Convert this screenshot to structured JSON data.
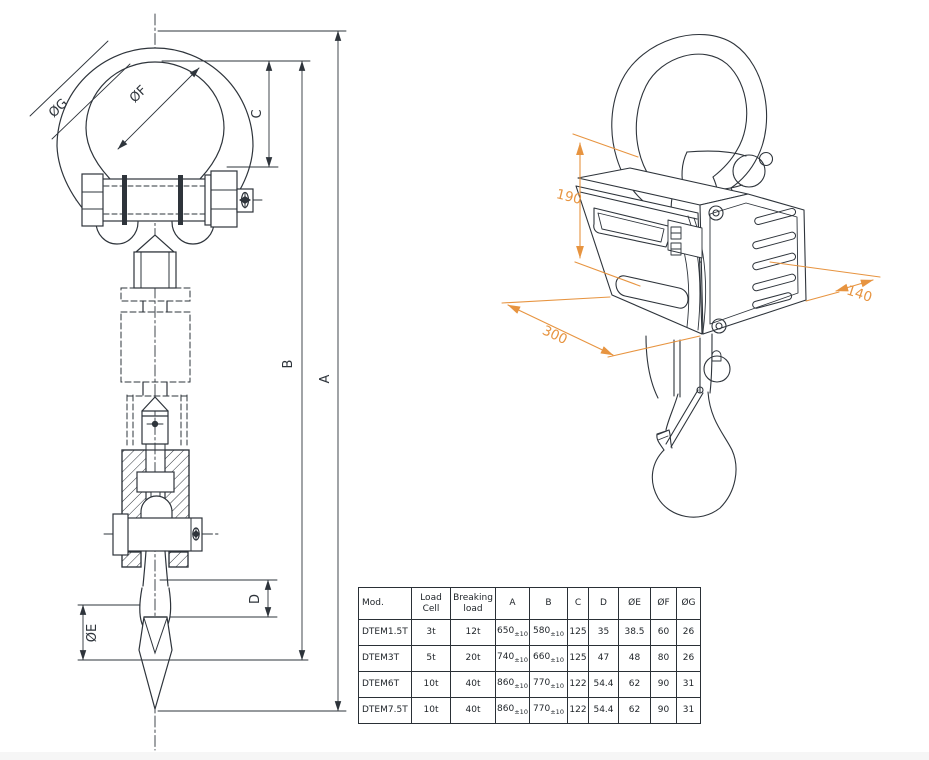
{
  "front_view": {
    "labels": {
      "a": "A",
      "b": "B",
      "c": "C",
      "d": "D",
      "oe": "ØE",
      "of": "ØF",
      "og": "ØG"
    }
  },
  "iso_view": {
    "labels": {
      "height": "190",
      "length": "300",
      "depth": "140"
    }
  },
  "colors": {
    "line": "#2e343b",
    "orange": "#e79440"
  },
  "table": {
    "headers": [
      "Mod.",
      "Load\nCell",
      "Breaking\nload",
      "A",
      "B",
      "C",
      "D",
      "ØE",
      "ØF",
      "ØG"
    ],
    "rows": [
      [
        {
          "v": "DTEM1.5T"
        },
        {
          "v": "3t"
        },
        {
          "v": "12t"
        },
        {
          "v": "650",
          "sub": "±10"
        },
        {
          "v": "580",
          "sub": "±10"
        },
        {
          "v": "125"
        },
        {
          "v": "35"
        },
        {
          "v": "38.5"
        },
        {
          "v": "60"
        },
        {
          "v": "26"
        }
      ],
      [
        {
          "v": "DTEM3T"
        },
        {
          "v": "5t"
        },
        {
          "v": "20t"
        },
        {
          "v": "740",
          "sub": "±10"
        },
        {
          "v": "660",
          "sub": "±10"
        },
        {
          "v": "125"
        },
        {
          "v": "47"
        },
        {
          "v": "48"
        },
        {
          "v": "80"
        },
        {
          "v": "26"
        }
      ],
      [
        {
          "v": "DTEM6T"
        },
        {
          "v": "10t"
        },
        {
          "v": "40t"
        },
        {
          "v": "860",
          "sub": "±10"
        },
        {
          "v": "770",
          "sub": "±10"
        },
        {
          "v": "122"
        },
        {
          "v": "54.4"
        },
        {
          "v": "62"
        },
        {
          "v": "90"
        },
        {
          "v": "31"
        }
      ],
      [
        {
          "v": "DTEM7.5T"
        },
        {
          "v": "10t"
        },
        {
          "v": "40t"
        },
        {
          "v": "860",
          "sub": "±10"
        },
        {
          "v": "770",
          "sub": "±10"
        },
        {
          "v": "122"
        },
        {
          "v": "54.4"
        },
        {
          "v": "62"
        },
        {
          "v": "90"
        },
        {
          "v": "31"
        }
      ]
    ]
  }
}
